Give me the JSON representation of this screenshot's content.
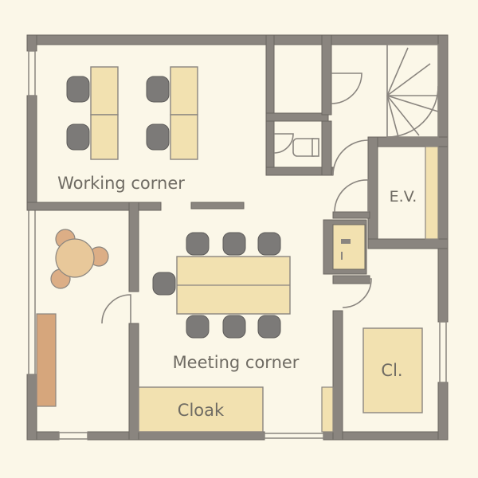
{
  "rooms": {
    "working_corner": "Working corner",
    "meeting_corner": "Meeting corner",
    "cloak": "Cloak",
    "elevator": "E.V.",
    "closet": "Cl."
  },
  "colors": {
    "background": "#fbf7e8",
    "wall": "#8a857f",
    "wall_stroke": "#6b6660",
    "desk": "#f2e1b0",
    "chair": "#7c7a78",
    "round_table": "#e8c89a",
    "stool": "#dcae86",
    "bench": "#d6a67c",
    "label": "#6f6b63"
  }
}
